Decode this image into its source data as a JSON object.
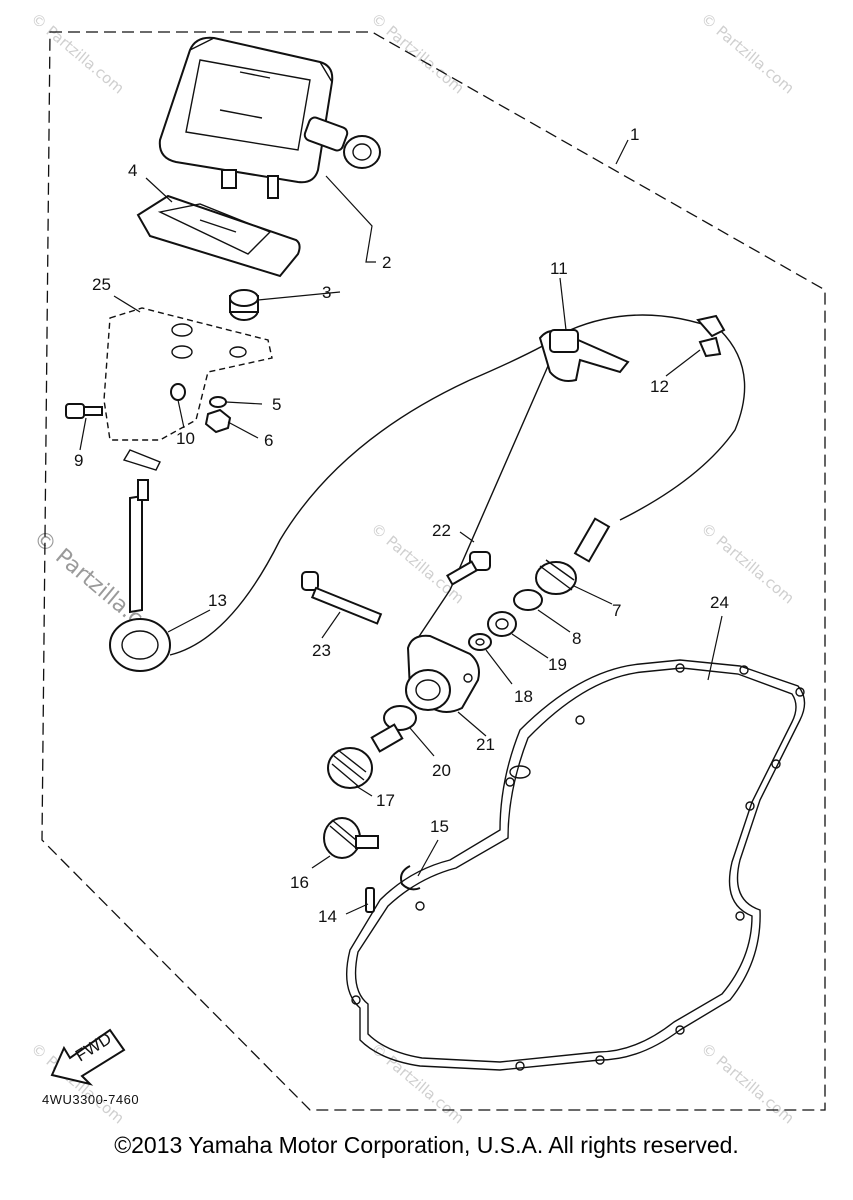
{
  "diagram": {
    "callouts": {
      "c1": "1",
      "c2": "2",
      "c3": "3",
      "c4": "4",
      "c5": "5",
      "c6": "6",
      "c7": "7",
      "c8": "8",
      "c9": "9",
      "c10": "10",
      "c11": "11",
      "c12": "12",
      "c13": "13",
      "c14": "14",
      "c15": "15",
      "c16": "16",
      "c17": "17",
      "c18": "18",
      "c19": "19",
      "c20": "20",
      "c21": "21",
      "c22": "22",
      "c23": "23",
      "c24": "24",
      "c25": "25"
    },
    "fwd_label": "FWD",
    "diagram_code": "4WU3300-7460"
  },
  "watermark": {
    "text": "© Partzilla.com",
    "large_text": "© Partzilla.com"
  },
  "footer": {
    "copyright": "©2013 Yamaha Motor Corporation, U.S.A. All rights reserved."
  }
}
